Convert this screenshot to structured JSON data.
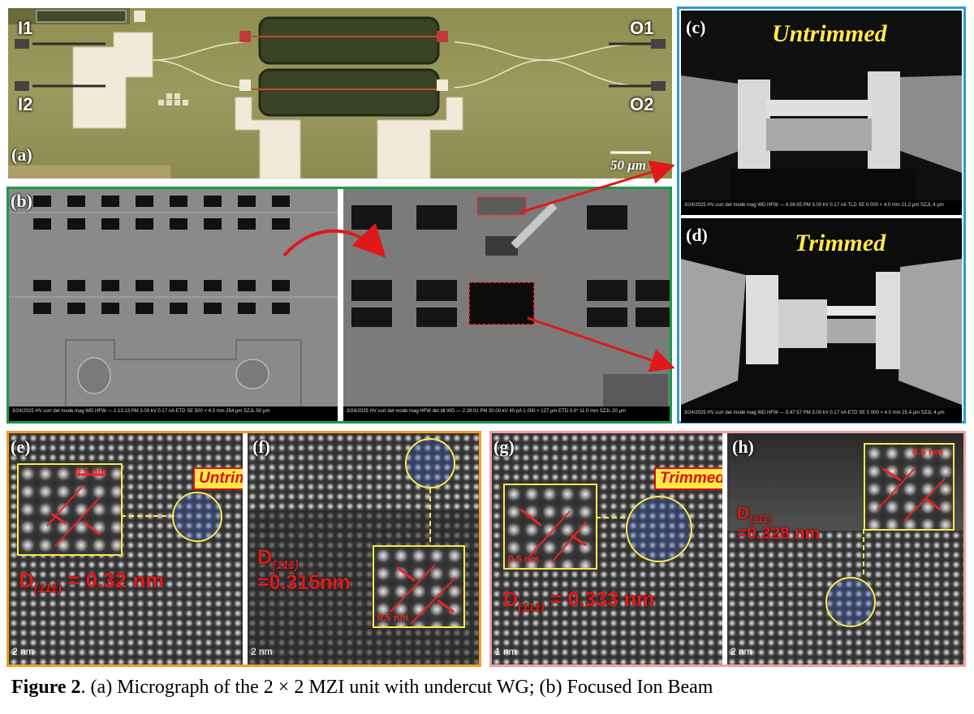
{
  "panels": {
    "a": {
      "label": "(a)",
      "ports": [
        "I1",
        "I2",
        "O1",
        "O2"
      ],
      "scale": "50 μm"
    },
    "b": {
      "label": "(b)",
      "info_left": "3/24/2025  HV  curr  det  mode  mag  WD  HFW  —  1:13:13 PM  3.00 kV  0.17 nA  ETD  SE  500 ×  4.0 mm  254 μm   SZJL  50 μm",
      "info_right": "3/24/2025  HV  curr  det  mode  mag  HFW  det  tilt  WD  —  2:28:01 PM  30.00 kV  40 pA  1 000 ×  127 μm  ETD  0.0°  11.0 mm   SZJL  20 μm"
    },
    "c": {
      "label": "(c)",
      "title": "Untrimmed",
      "info": "3/24/2025  HV  curr  det  mode  mag  WD  HFW  —  6:06:55 PM  3.00 kV  0.17 nA  TLD  SE  6 000 ×  4.0 mm  21.2 μm   SZJL  4 μm"
    },
    "d": {
      "label": "(d)",
      "title": "Trimmed",
      "info": "3/24/2025  HV  curr  det  mode  mag  WD  HFW  —  5:47:57 PM  3.00 kV  0.17 nA  ETD  SE  5 000 ×  4.0 mm  25.4 μm   SZJL  4 μm"
    },
    "e": {
      "label": "(e)",
      "tag": "Untrimmed",
      "d_prefix": "D",
      "d_sub": "(111)",
      "d_value": " = 0.32 nm",
      "inset_scale": "0.5 nm",
      "scale": "2 nm"
    },
    "f": {
      "label": "(f)",
      "d_prefix": "D",
      "d_sub": "(111)",
      "d_value": "=0.315nm",
      "inset_scale": "0.5 nm",
      "scale": "2 nm"
    },
    "g": {
      "label": "(g)",
      "tag": "Trimmed",
      "d_prefix": "D",
      "d_sub": "(111)",
      "d_value": " = 0.333 nm",
      "inset_scale": "0.5 nm",
      "scale": "1 nm"
    },
    "h": {
      "label": "(h)",
      "d_prefix": "D",
      "d_sub": "(111)",
      "d_value": "=0.328 nm",
      "inset_scale": "0.5 nm",
      "scale": "2 nm"
    }
  },
  "caption": {
    "bold": "Figure 2",
    "text": ". (a) Micrograph of the 2 × 2 MZI unit with undercut WG; (b) Focused Ion Beam"
  },
  "colors": {
    "frame_a": "#ffffff",
    "frame_b": "#1a9a4a",
    "frame_cd": "#2d9ad6",
    "frame_ef": "#f0a020",
    "frame_gh": "#f0a0a0",
    "arrow": "#e01818",
    "dspace": "#e21818",
    "sem_title": "#ffe94a"
  }
}
